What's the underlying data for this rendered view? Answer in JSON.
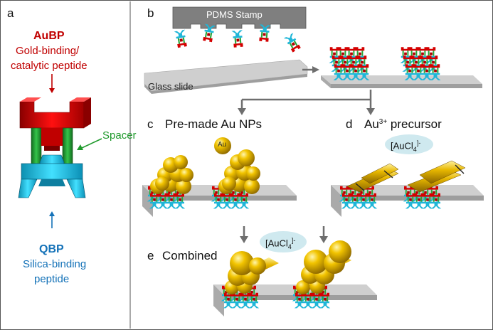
{
  "panels": {
    "a": {
      "letter": "a",
      "top_name": "AuBP",
      "top_desc_1": "Gold-binding/",
      "top_desc_2": "catalytic  peptide",
      "spacer_label": "Spacer",
      "bottom_name": "QBP",
      "bottom_desc_1": "Silica-binding",
      "bottom_desc_2": "peptide"
    },
    "b": {
      "letter": "b",
      "stamp_label": "PDMS Stamp",
      "slide_label": "Glass slide"
    },
    "c": {
      "letter": "c",
      "title": "Pre-made Au NPs",
      "np_label": "Au"
    },
    "d": {
      "letter": "d",
      "title_prefix": "Au",
      "title_sup": "3+",
      "title_suffix": " precursor",
      "bubble_main": "[AuCl",
      "bubble_sub": "4",
      "bubble_sup": "]-"
    },
    "e": {
      "letter": "e",
      "title": "Combined",
      "bubble_main": "[AuCl",
      "bubble_sub": "4",
      "bubble_sup": "]-"
    }
  },
  "colors": {
    "gold_binding": "#c00000",
    "silica_binding": "#1472b8",
    "spacer": "#1f9a2c",
    "gold": "#e6b800",
    "slide": "#cfcfcf",
    "stamp": "#8c8c8c"
  }
}
